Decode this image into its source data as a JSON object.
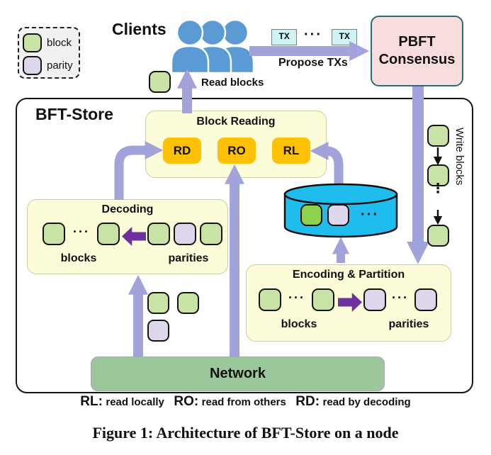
{
  "legend": {
    "block_label": "block",
    "parity_label": "parity"
  },
  "header": {
    "clients_title": "Clients",
    "read_blocks_label": "Read blocks",
    "propose_label": "Propose TXs",
    "tx_label": "TX",
    "tx_dots": "···"
  },
  "pbft": {
    "line1": "PBFT",
    "line2": "Consensus"
  },
  "store": {
    "title": "BFT-Store",
    "write_blocks_label": "Write blocks",
    "write_vdots": "⋮"
  },
  "block_reading": {
    "title": "Block Reading",
    "rd": "RD",
    "ro": "RO",
    "rl": "RL"
  },
  "decoding": {
    "title": "Decoding",
    "blocks_label": "blocks",
    "parities_label": "parities",
    "dots": "···"
  },
  "db": {
    "dots": "···"
  },
  "encoding": {
    "title": "Encoding & Partition",
    "blocks_label": "blocks",
    "parities_label": "parities",
    "dots": "···"
  },
  "network": {
    "title": "Network"
  },
  "footnote": {
    "rl_key": "RL:",
    "rl_desc": "read locally",
    "ro_key": "RO:",
    "ro_desc": "read from others",
    "rd_key": "RD:",
    "rd_desc": "read by decoding"
  },
  "caption": "Figure 1: Architecture of BFT-Store on a node",
  "colors": {
    "block_green": "#C9E3A6",
    "db_block_green": "#8FD14F",
    "parity_lavender": "#DED7EB",
    "arrow_purple": "#A3A3DB",
    "dark_purple": "#7030A0",
    "chip_orange": "#FFC103",
    "panel_yellow": "#FCFCD9",
    "pbft_pink": "#F9DCDC",
    "pbft_border": "#2D6A75",
    "network_green": "#9BC89B",
    "db_cyan": "#1FBCEE",
    "tx_cyan": "#D0F4F4",
    "clients_blue": "#5B9BD5"
  }
}
